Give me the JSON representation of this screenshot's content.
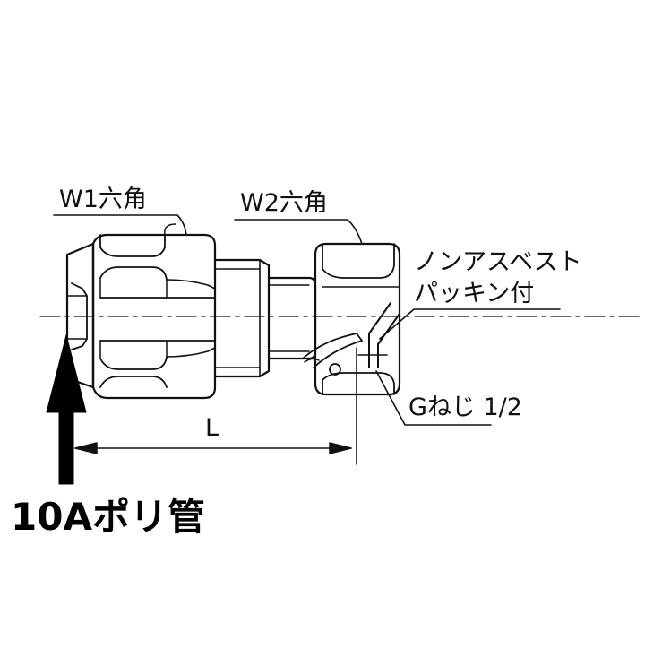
{
  "labels": {
    "w1_hex": "W1六角",
    "w2_hex": "W2六角",
    "packing_line1": "ノンアスベスト",
    "packing_line2": "パッキン付",
    "g_thread": "Gねじ 1/2",
    "length": "L",
    "pipe": "10Aポリ管"
  },
  "colors": {
    "ink": "#111111",
    "background": "#ffffff"
  }
}
